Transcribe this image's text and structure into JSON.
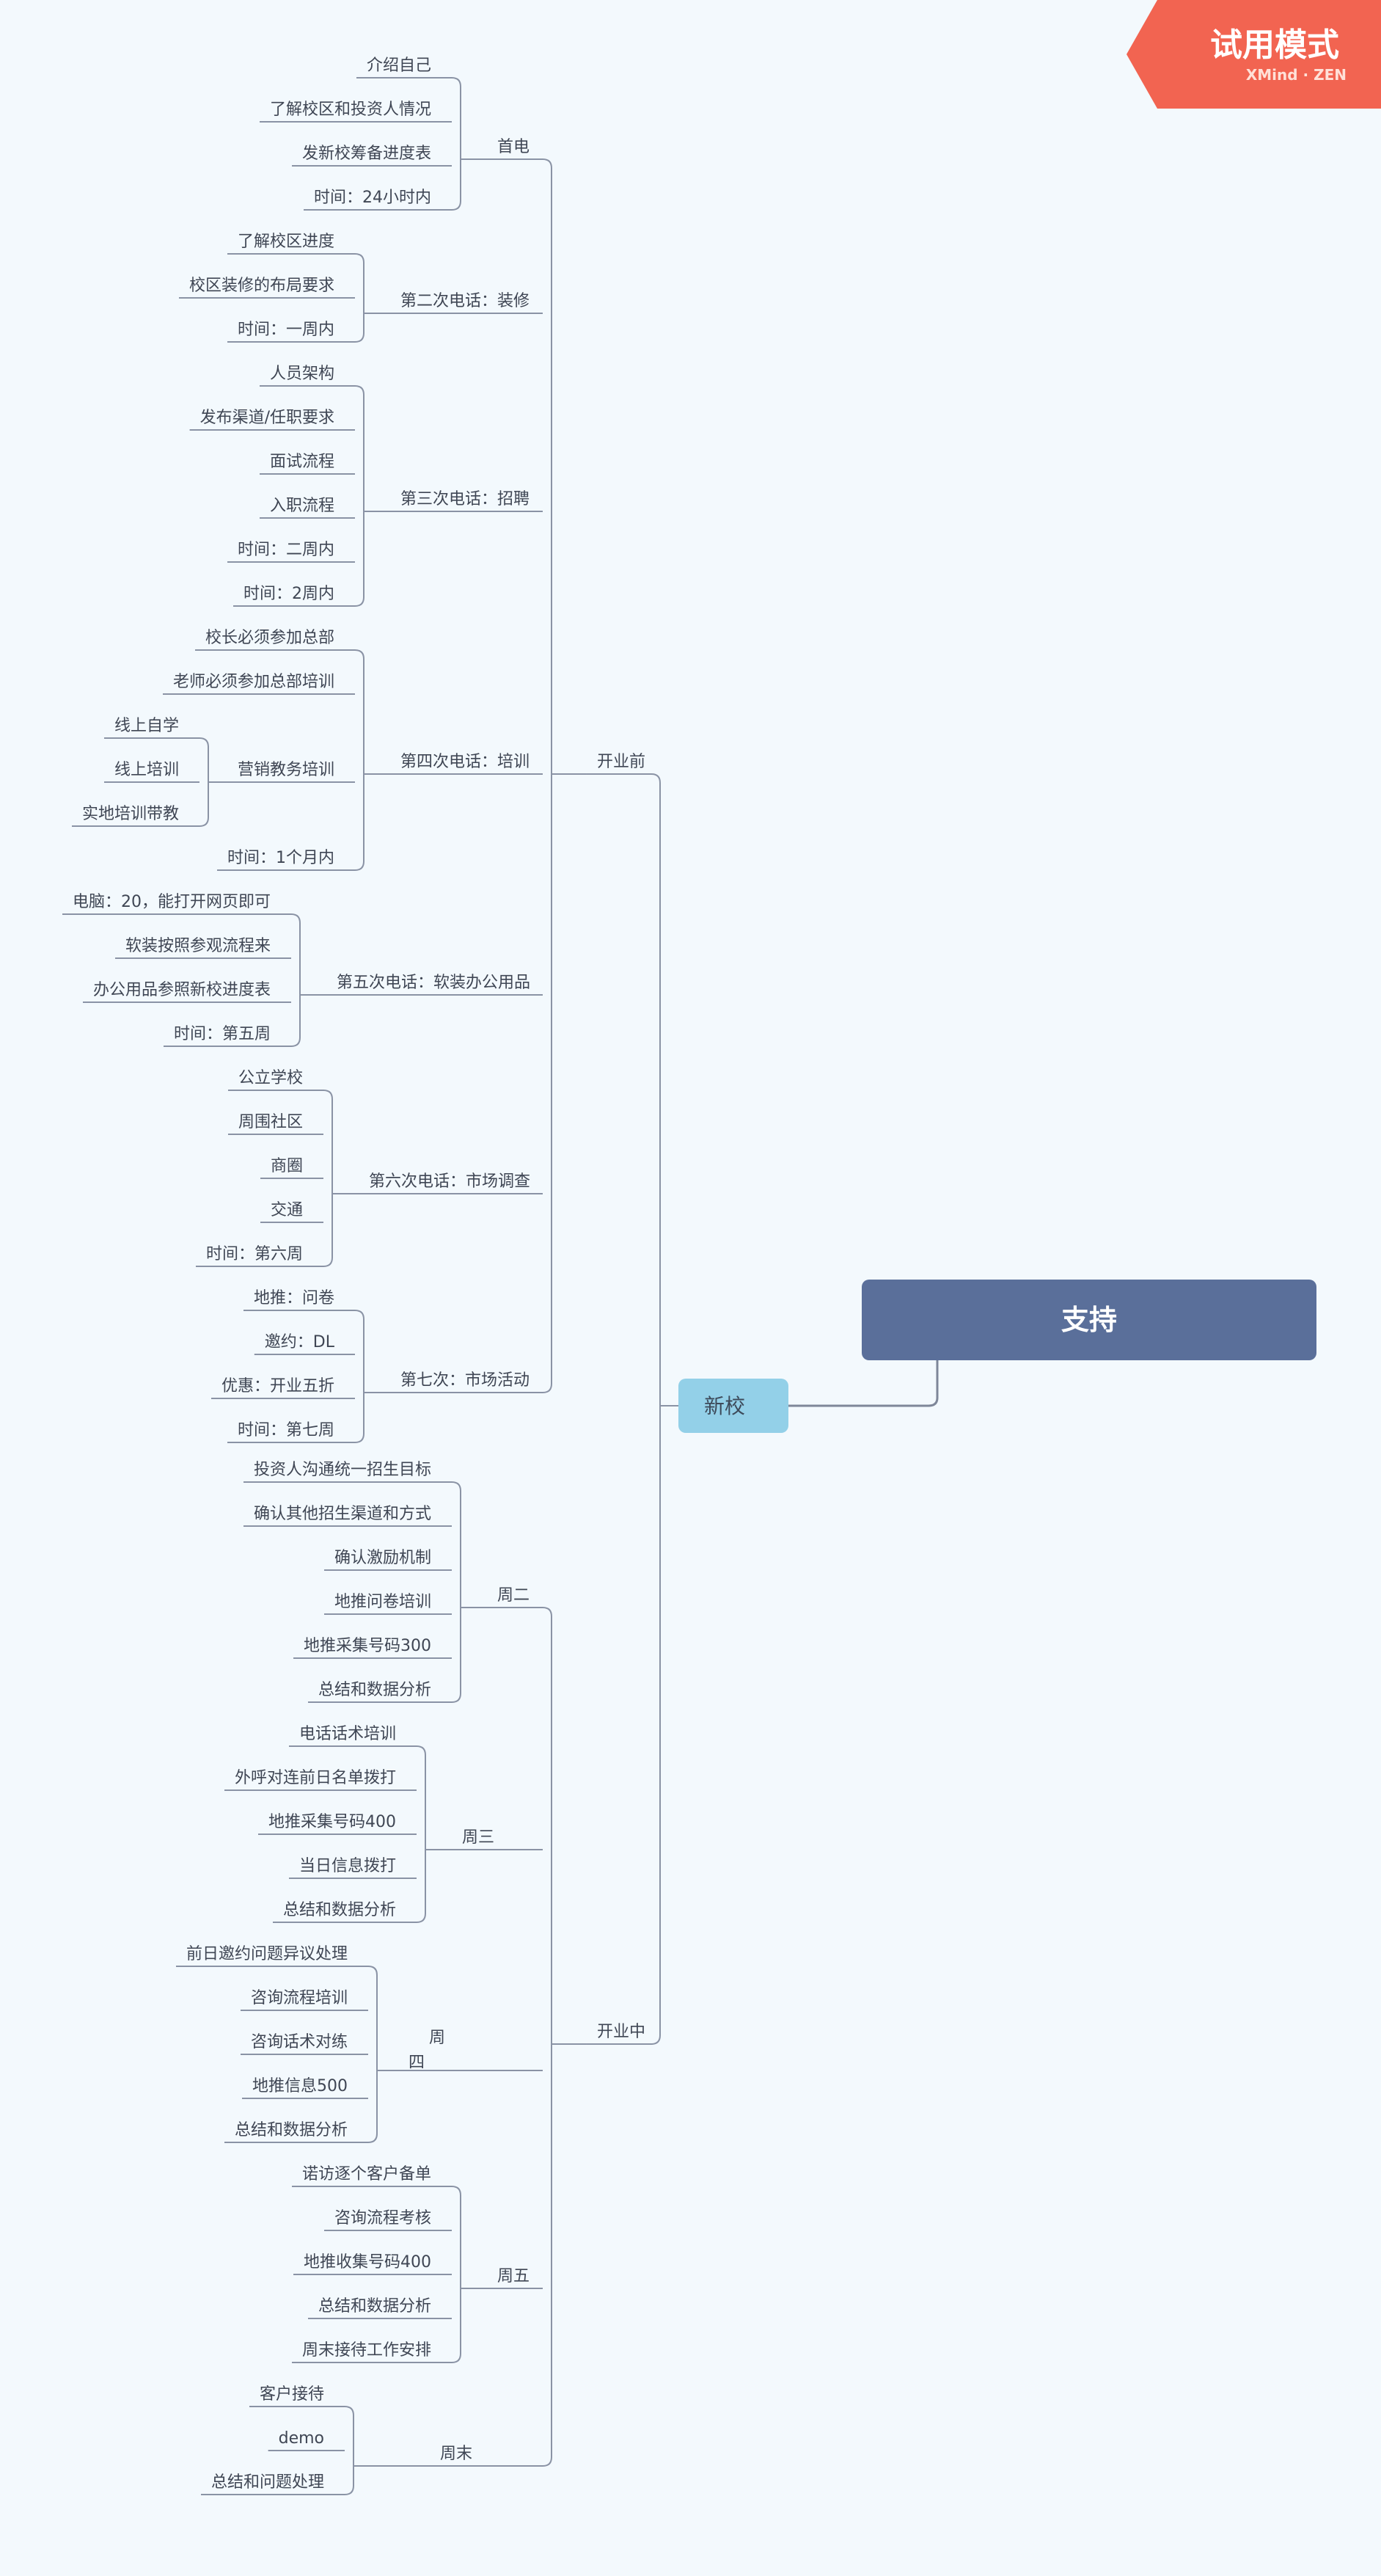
{
  "watermark": {
    "title": "试用模式",
    "subtitle": "XMind · ZEN",
    "color": "#f26451"
  },
  "colors": {
    "root": "#5a6f9a",
    "sub": "#93d0e8",
    "line": "#8a93a5",
    "background": "#f3f9fd"
  },
  "mindmap": {
    "root": "支持",
    "sub": "新校",
    "groups": [
      {
        "label": "开业前",
        "topics": [
          {
            "label": "首电",
            "children": [
              {
                "label": "介绍自己"
              },
              {
                "label": "了解校区和投资人情况"
              },
              {
                "label": "发新校筹备进度表"
              },
              {
                "label": "时间：24小时内"
              }
            ]
          },
          {
            "label": "第二次电话：装修",
            "children": [
              {
                "label": "了解校区进度"
              },
              {
                "label": "校区装修的布局要求"
              },
              {
                "label": "时间：一周内"
              }
            ]
          },
          {
            "label": "第三次电话：招聘",
            "children": [
              {
                "label": "人员架构"
              },
              {
                "label": "发布渠道/任职要求"
              },
              {
                "label": "面试流程"
              },
              {
                "label": "入职流程"
              },
              {
                "label": "时间：二周内"
              },
              {
                "label": "时间：2周内"
              }
            ]
          },
          {
            "label": "第四次电话：培训",
            "children": [
              {
                "label": "校长必须参加总部"
              },
              {
                "label": "老师必须参加总部培训"
              },
              {
                "label": "营销教务培训",
                "children": [
                  {
                    "label": "线上自学"
                  },
                  {
                    "label": "线上培训"
                  },
                  {
                    "label": "实地培训带教"
                  }
                ]
              },
              {
                "label": "时间：1个月内"
              }
            ]
          },
          {
            "label": "第五次电话：软装办公用品",
            "children": [
              {
                "label": "电脑：20，能打开网页即可"
              },
              {
                "label": "软装按照参观流程来"
              },
              {
                "label": "办公用品参照新校进度表"
              },
              {
                "label": "时间：第五周"
              }
            ]
          },
          {
            "label": "第六次电话：市场调查",
            "children": [
              {
                "label": "公立学校"
              },
              {
                "label": "周围社区"
              },
              {
                "label": "商圈"
              },
              {
                "label": "交通"
              },
              {
                "label": "时间：第六周"
              }
            ]
          },
          {
            "label": "第七次：市场活动",
            "children": [
              {
                "label": "地推：问卷"
              },
              {
                "label": "邀约：DL"
              },
              {
                "label": "优惠：开业五折"
              },
              {
                "label": "时间：第七周"
              }
            ]
          }
        ]
      },
      {
        "label": "开业中",
        "topics": [
          {
            "label": "周二",
            "children": [
              {
                "label": "投资人沟通统一招生目标"
              },
              {
                "label": "确认其他招生渠道和方式"
              },
              {
                "label": "确认激励机制"
              },
              {
                "label": "地推问卷培训"
              },
              {
                "label": "地推采集号码300"
              },
              {
                "label": "总结和数据分析"
              }
            ]
          },
          {
            "label": "周三",
            "children": [
              {
                "label": "电话话术培训"
              },
              {
                "label": "外呼对连前日名单拨打"
              },
              {
                "label": "地推采集号码400"
              },
              {
                "label": "当日信息拨打"
              },
              {
                "label": "总结和数据分析"
              }
            ]
          },
          {
            "label": "周四",
            "children": [
              {
                "label": "前日邀约问题异议处理"
              },
              {
                "label": "咨询流程培训"
              },
              {
                "label": "咨询话术对练"
              },
              {
                "label": "地推信息500"
              },
              {
                "label": "总结和数据分析"
              }
            ]
          },
          {
            "label": "周五",
            "children": [
              {
                "label": "诺访逐个客户备单"
              },
              {
                "label": "咨询流程考核"
              },
              {
                "label": "地推收集号码400"
              },
              {
                "label": "总结和数据分析"
              },
              {
                "label": "周末接待工作安排"
              }
            ]
          },
          {
            "label": "周末",
            "children": [
              {
                "label": "客户接待"
              },
              {
                "label": "demo"
              },
              {
                "label": "总结和问题处理"
              }
            ]
          }
        ]
      }
    ]
  }
}
